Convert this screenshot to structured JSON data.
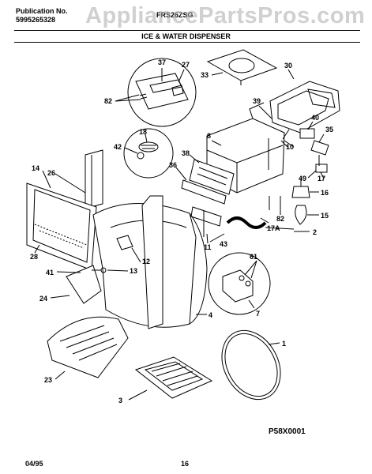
{
  "header": {
    "publication_label": "Publication No.",
    "publication_number": "5995265328",
    "model": "FRS26ZSG"
  },
  "watermark": "AppliancePartsPros.com",
  "title": "ICE & WATER DISPENSER",
  "callouts": [
    "37",
    "27",
    "82",
    "33",
    "30",
    "39",
    "8",
    "40",
    "35",
    "18",
    "42",
    "38",
    "10",
    "36",
    "49",
    "17",
    "14",
    "26",
    "16",
    "82",
    "15",
    "17A",
    "2",
    "43",
    "28",
    "11",
    "12",
    "61",
    "41",
    "13",
    "24",
    "7",
    "4",
    "1",
    "23",
    "3"
  ],
  "footer": {
    "diagram_code": "P58X0001",
    "date": "04/95",
    "page": "16"
  }
}
